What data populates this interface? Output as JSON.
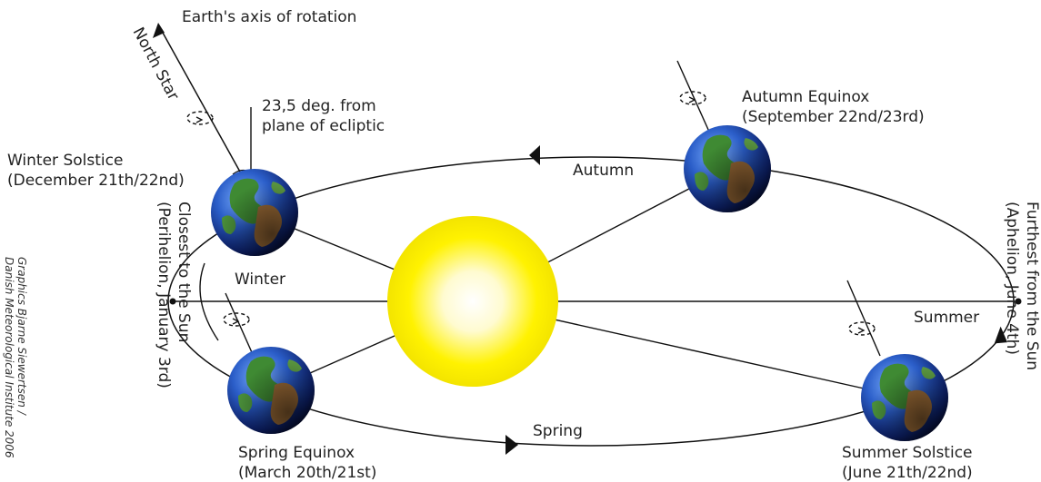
{
  "labels": {
    "axis_title": "Earth's axis of rotation",
    "north_star": "North Star",
    "tilt_line1": "23,5 deg. from",
    "tilt_line2": "plane of ecliptic",
    "winter_solstice_line1": "Winter Solstice",
    "winter_solstice_line2": "(December 21th/22nd)",
    "autumn_equinox_line1": "Autumn Equinox",
    "autumn_equinox_line2": "(September 22nd/23rd)",
    "spring_equinox_line1": "Spring Equinox",
    "spring_equinox_line2": "(March 20th/21st)",
    "summer_solstice_line1": "Summer Solstice",
    "summer_solstice_line2": "(June 21th/22nd)",
    "season_winter": "Winter",
    "season_autumn": "Autumn",
    "season_spring": "Spring",
    "season_summer": "Summer",
    "perihelion_line1": "Closest to the Sun",
    "perihelion_line2": "(Perihelion, January 3rd)",
    "aphelion_line1": "Furthest from the Sun",
    "aphelion_line2": "(Aphelion, June 4th)",
    "credit_line1": "Graphics Bjarne Siewertsen /",
    "credit_line2": "Danish Meteorological Institute 2006"
  },
  "colors": {
    "sun_core": "#ffffff",
    "sun_edge": "#ffef00",
    "earth_ocean": "#1f4fb8",
    "earth_land": "#2f7a2a",
    "earth_desert": "#a86a3a",
    "line": "#111111"
  }
}
